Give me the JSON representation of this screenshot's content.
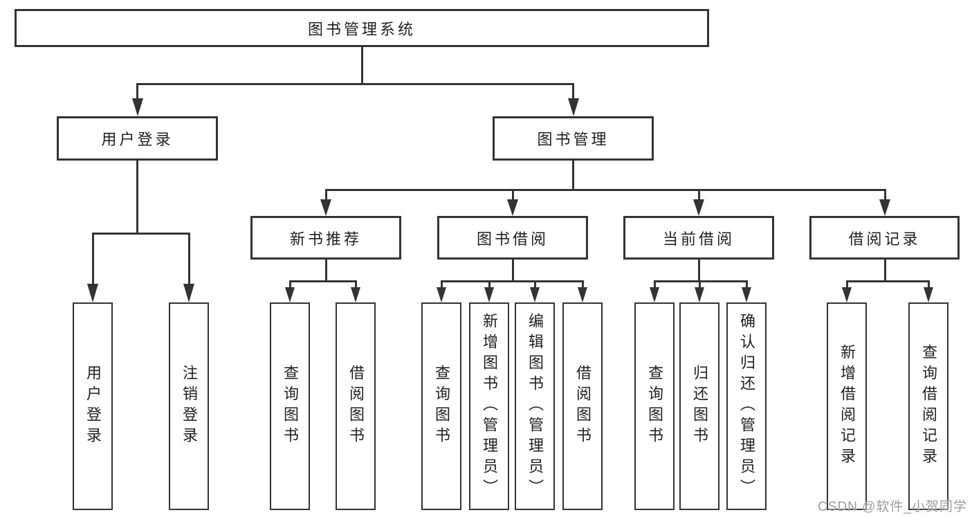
{
  "diagram": {
    "type": "hierarchy-tree",
    "title": "图书管理系统",
    "nodes": {
      "root": "图书管理系统",
      "level2": {
        "user_login": "用户登录",
        "book_mgmt": "图书管理"
      },
      "level3": {
        "new_book": "新书推荐",
        "borrow": "图书借阅",
        "current": "当前借阅",
        "records": "借阅记录"
      },
      "leaves": {
        "user_login": "用户登录",
        "logout": "注销登录",
        "nb_query": "查询图书",
        "nb_borrow": "借阅图书",
        "bw_query": "查询图书",
        "bw_add": "新增图书（管理员）",
        "bw_edit": "编辑图书（管理员）",
        "bw_borrow": "借阅图书",
        "cu_query": "查询图书",
        "cu_return": "归还图书",
        "cu_confirm": "确认归还（管理员）",
        "rc_add": "新增借阅记录",
        "rc_query": "查询借阅记录"
      }
    },
    "edges": [
      "图书管理系统→用户登录",
      "图书管理系统→图书管理",
      "用户登录→用户登录",
      "用户登录→注销登录",
      "图书管理→新书推荐",
      "图书管理→图书借阅",
      "图书管理→当前借阅",
      "图书管理→借阅记录",
      "新书推荐→查询图书",
      "新书推荐→借阅图书",
      "图书借阅→查询图书",
      "图书借阅→新增图书（管理员）",
      "图书借阅→编辑图书（管理员）",
      "图书借阅→借阅图书",
      "当前借阅→查询图书",
      "当前借阅→归还图书",
      "当前借阅→确认归还（管理员）",
      "借阅记录→新增借阅记录",
      "借阅记录→查询借阅记录"
    ]
  },
  "watermark": "CSDN @软件_小贺同学",
  "colors": {
    "line": "#333333",
    "text": "#1f1f1f",
    "background": "#ffffff",
    "watermark": "#9b9b9b"
  }
}
